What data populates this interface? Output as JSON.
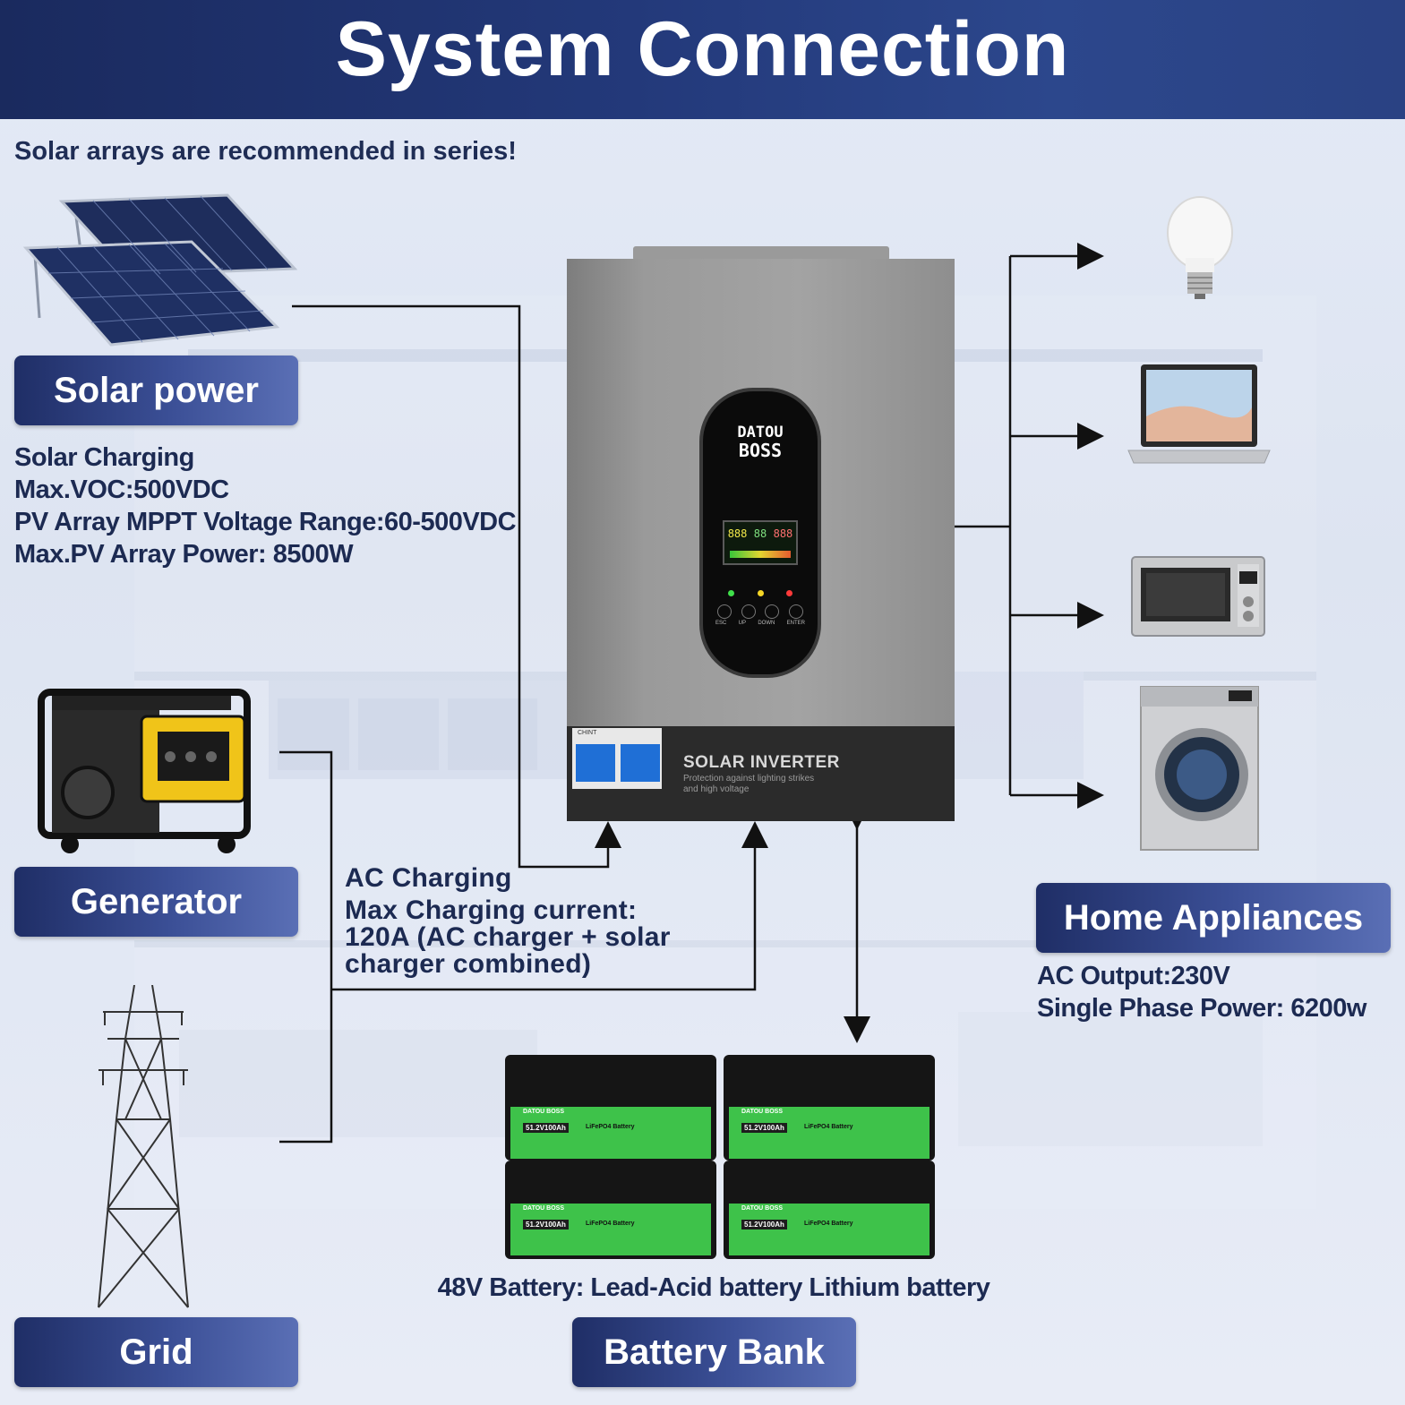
{
  "header": {
    "title": "System Connection"
  },
  "note": "Solar arrays are recommended in series!",
  "solar": {
    "label": "Solar power",
    "lines": [
      "Solar Charging",
      "Max.VOC:500VDC",
      "PV Array MPPT Voltage Range:60-500VDC",
      "Max.PV Array Power: 8500W"
    ]
  },
  "generator": {
    "label": "Generator"
  },
  "grid": {
    "label": "Grid"
  },
  "ac_charging": {
    "lines": [
      "AC Charging",
      "Max Charging current:",
      "120A (AC charger + solar",
      "charger combined)"
    ]
  },
  "inverter": {
    "brand_line1": "DATOU",
    "brand_line2": "BOSS",
    "display_digits": [
      "888",
      "88",
      "888"
    ],
    "title": "SOLAR INVERTER",
    "subtitle_line1": "Protection against lighting strikes",
    "subtitle_line2": "and high voltage",
    "breaker_brand": "CHINT",
    "buttons": [
      "ESC",
      "UP",
      "DOWN",
      "ENTER"
    ]
  },
  "appliances": {
    "label": "Home Appliances",
    "lines": [
      "AC Output:230V",
      "Single Phase Power: 6200w"
    ]
  },
  "battery": {
    "caption": "48V Battery: Lead-Acid battery Lithium battery",
    "label": "Battery Bank",
    "unit_brand": "DATOU BOSS",
    "unit_capacity": "51.2V100Ah",
    "unit_type": "LiFePO4 Battery"
  },
  "colors": {
    "header_bg": "#1f3170",
    "label_bg_start": "#1f2e66",
    "label_bg_end": "#5a6fb5",
    "text_dark": "#1c2a52",
    "battery_green": "#3ec24a"
  }
}
